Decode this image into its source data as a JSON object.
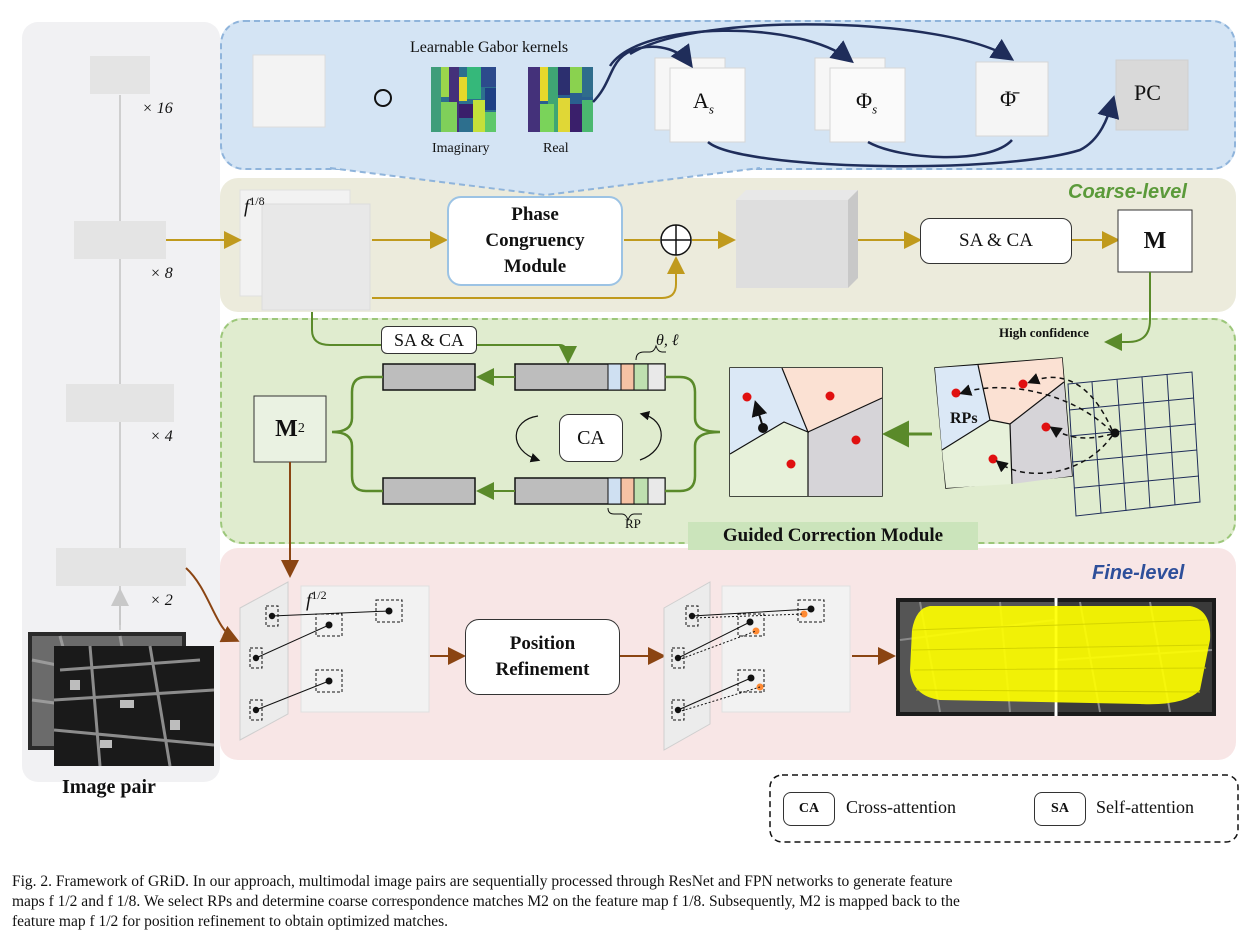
{
  "gabor": {
    "title": "Learnable Gabor kernels",
    "imaginary": "Imaginary",
    "real": "Real"
  },
  "pcm": {
    "amplitude_base": "A",
    "amplitude_sub": "s",
    "phase_base": "Φ",
    "phase_sub": "s",
    "phase_mean": "Φ̄",
    "pc": "PC",
    "operator": "○"
  },
  "backbone": {
    "scale16": "× 16",
    "scale8": "× 8",
    "scale4": "× 4",
    "scale2": "× 2",
    "image_pair": "Image pair"
  },
  "coarse": {
    "title": "Coarse-level",
    "feature_base": "f",
    "feature_sup": "1/8",
    "module_line1": "Phase",
    "module_line2": "Congruency",
    "module_line3": "Module",
    "plus": "⊕",
    "sa_ca": "SA & CA",
    "M": "M"
  },
  "guided": {
    "title": "Guided Correction Module",
    "sa_ca": "SA & CA",
    "theta_l": "θ, ℓ",
    "rp": "RP",
    "ca": "CA",
    "M2_base": "M",
    "M2_sub": "2",
    "high_conf": "High confidence",
    "rps": "RPs"
  },
  "fine": {
    "title": "Fine-level",
    "feature_base": "f",
    "feature_sup": "1/2",
    "module_line1": "Position",
    "module_line2": "Refinement"
  },
  "legend": {
    "ca_badge": "CA",
    "ca_text": "Cross-attention",
    "sa_badge": "SA",
    "sa_text": "Self-attention"
  },
  "caption": {
    "line1": "Fig. 2.    Framework of GRiD. In our approach, multimodal image pairs are sequentially processed through ResNet and FPN networks to generate feature",
    "line2": "maps f 1/2 and f 1/8. We select RPs and determine coarse correspondence matches M2 on the feature map f 1/8. Subsequently, M2 is mapped back to the",
    "line3": "feature map f 1/2 for position refinement to obtain optimized matches."
  },
  "colors": {
    "gold": "#c09a1d",
    "green": "#5a8a2a",
    "brown": "#8b4513",
    "navy": "#1f2d5a",
    "pcm_bg": "#d4e4f4",
    "coarse_bg": "#ecebdc",
    "guided_bg": "#e0eccf",
    "fine_bg": "#f8e6e6",
    "title_green": "#5b9a3a",
    "title_blue": "#2e4f9a"
  }
}
